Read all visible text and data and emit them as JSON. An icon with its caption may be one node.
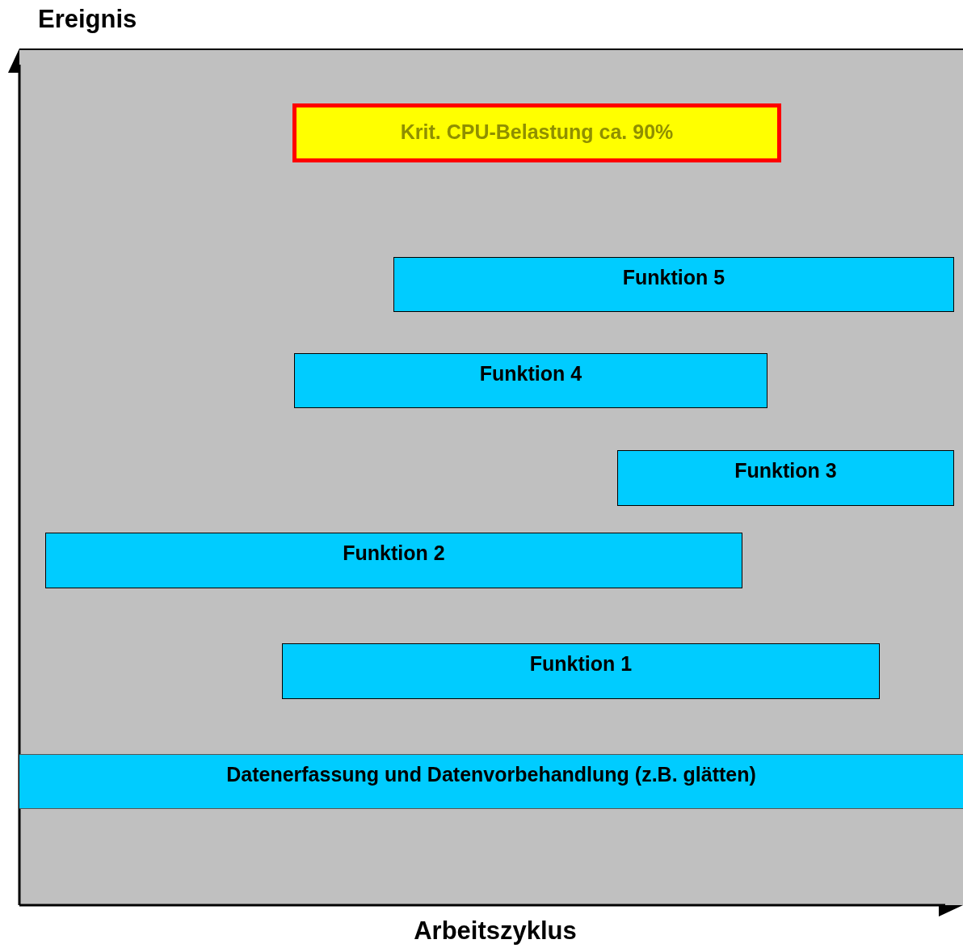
{
  "diagram": {
    "nodes": [
      {
        "text": [
          "Krit. CPU-Belastung ca. 90%"
        ]
      },
      {
        "text": [
          "Funktion 5"
        ]
      },
      {
        "text": [
          "Funktion 4"
        ]
      },
      {
        "text": [
          "Funktion 3"
        ]
      },
      {
        "text": [
          "Funktion 2"
        ]
      },
      {
        "text": [
          "Funktion 1"
        ]
      },
      {
        "text": [
          "Datenerfassung und Datenvorbehandlung (z.B. glätten)"
        ]
      }
    ],
    "labels": [
      "Ereignis",
      "Arbeitszyklus"
    ]
  }
}
